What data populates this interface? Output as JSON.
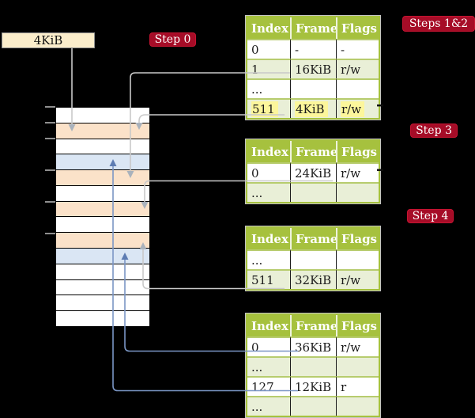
{
  "labels": {
    "page_size_box": "4KiB",
    "step0": "Step 0",
    "steps12": "Steps 1&2",
    "step3": "Step 3",
    "step4": "Step 4"
  },
  "tables": [
    {
      "name": "page-table-steps-1-2",
      "headers": [
        "Index",
        "Frame",
        "Flags"
      ],
      "rows": [
        {
          "cells": [
            "0",
            "-",
            "-"
          ],
          "shaded": false,
          "highlighted": false
        },
        {
          "cells": [
            "1",
            "16KiB",
            "r/w"
          ],
          "shaded": true,
          "highlighted": false
        },
        {
          "cells": [
            "...",
            "",
            ""
          ],
          "shaded": false,
          "highlighted": false
        },
        {
          "cells": [
            "511",
            "4KiB",
            "r/w"
          ],
          "shaded": true,
          "highlighted": true
        }
      ]
    },
    {
      "name": "page-table-step-3",
      "headers": [
        "Index",
        "Frame",
        "Flags"
      ],
      "rows": [
        {
          "cells": [
            "0",
            "24KiB",
            "r/w"
          ],
          "shaded": false,
          "highlighted": false
        },
        {
          "cells": [
            "...",
            "",
            ""
          ],
          "shaded": true,
          "highlighted": false
        }
      ]
    },
    {
      "name": "page-table-step-4",
      "headers": [
        "Index",
        "Frame",
        "Flags"
      ],
      "rows": [
        {
          "cells": [
            "...",
            "",
            ""
          ],
          "shaded": false,
          "highlighted": false
        },
        {
          "cells": [
            "511",
            "32KiB",
            "r/w"
          ],
          "shaded": true,
          "highlighted": false
        }
      ]
    },
    {
      "name": "page-table-bottom",
      "headers": [
        "Index",
        "Frame",
        "Flags"
      ],
      "rows": [
        {
          "cells": [
            "0",
            "36KiB",
            "r/w"
          ],
          "shaded": false,
          "highlighted": false
        },
        {
          "cells": [
            "...",
            "",
            ""
          ],
          "shaded": true,
          "highlighted": false
        },
        {
          "cells": [
            "127",
            "12KiB",
            "r"
          ],
          "shaded": false,
          "highlighted": false
        },
        {
          "cells": [
            "...",
            "",
            ""
          ],
          "shaded": true,
          "highlighted": false
        }
      ]
    }
  ],
  "memory_column": {
    "rows": [
      "white",
      "peach",
      "white",
      "blue",
      "peach",
      "white",
      "peach",
      "white",
      "peach",
      "blue",
      "white",
      "white",
      "white",
      "white"
    ]
  },
  "arrows": [
    {
      "from": "page-size-box",
      "to": "frame-4KiB",
      "style": "gray"
    },
    {
      "from": "table1-row-1",
      "to": "frame-16KiB",
      "style": "gray"
    },
    {
      "from": "table1-row-511",
      "to": "frame-4KiB",
      "style": "gray"
    },
    {
      "from": "table2-row-0",
      "to": "frame-24KiB",
      "style": "gray"
    },
    {
      "from": "table3-row-511",
      "to": "frame-32KiB",
      "style": "gray"
    },
    {
      "from": "table4-row-0",
      "to": "frame-36KiB",
      "style": "blue"
    },
    {
      "from": "table4-row-127",
      "to": "frame-12KiB",
      "style": "blue"
    }
  ],
  "colors": {
    "background": "#000000",
    "table_header_green": "#a6c13e",
    "table_row_green": "#e9efd7",
    "table_row_white": "#ffffff",
    "highlight_yellow": "#fcf69b",
    "badge_red": "#a60c27",
    "frame_peach": "#fbe2c9",
    "frame_blue": "#dae6f4",
    "box_cream": "#fbedcb",
    "gray_connector": "#c9c9c9",
    "blue_connector": "#7b96c5"
  }
}
